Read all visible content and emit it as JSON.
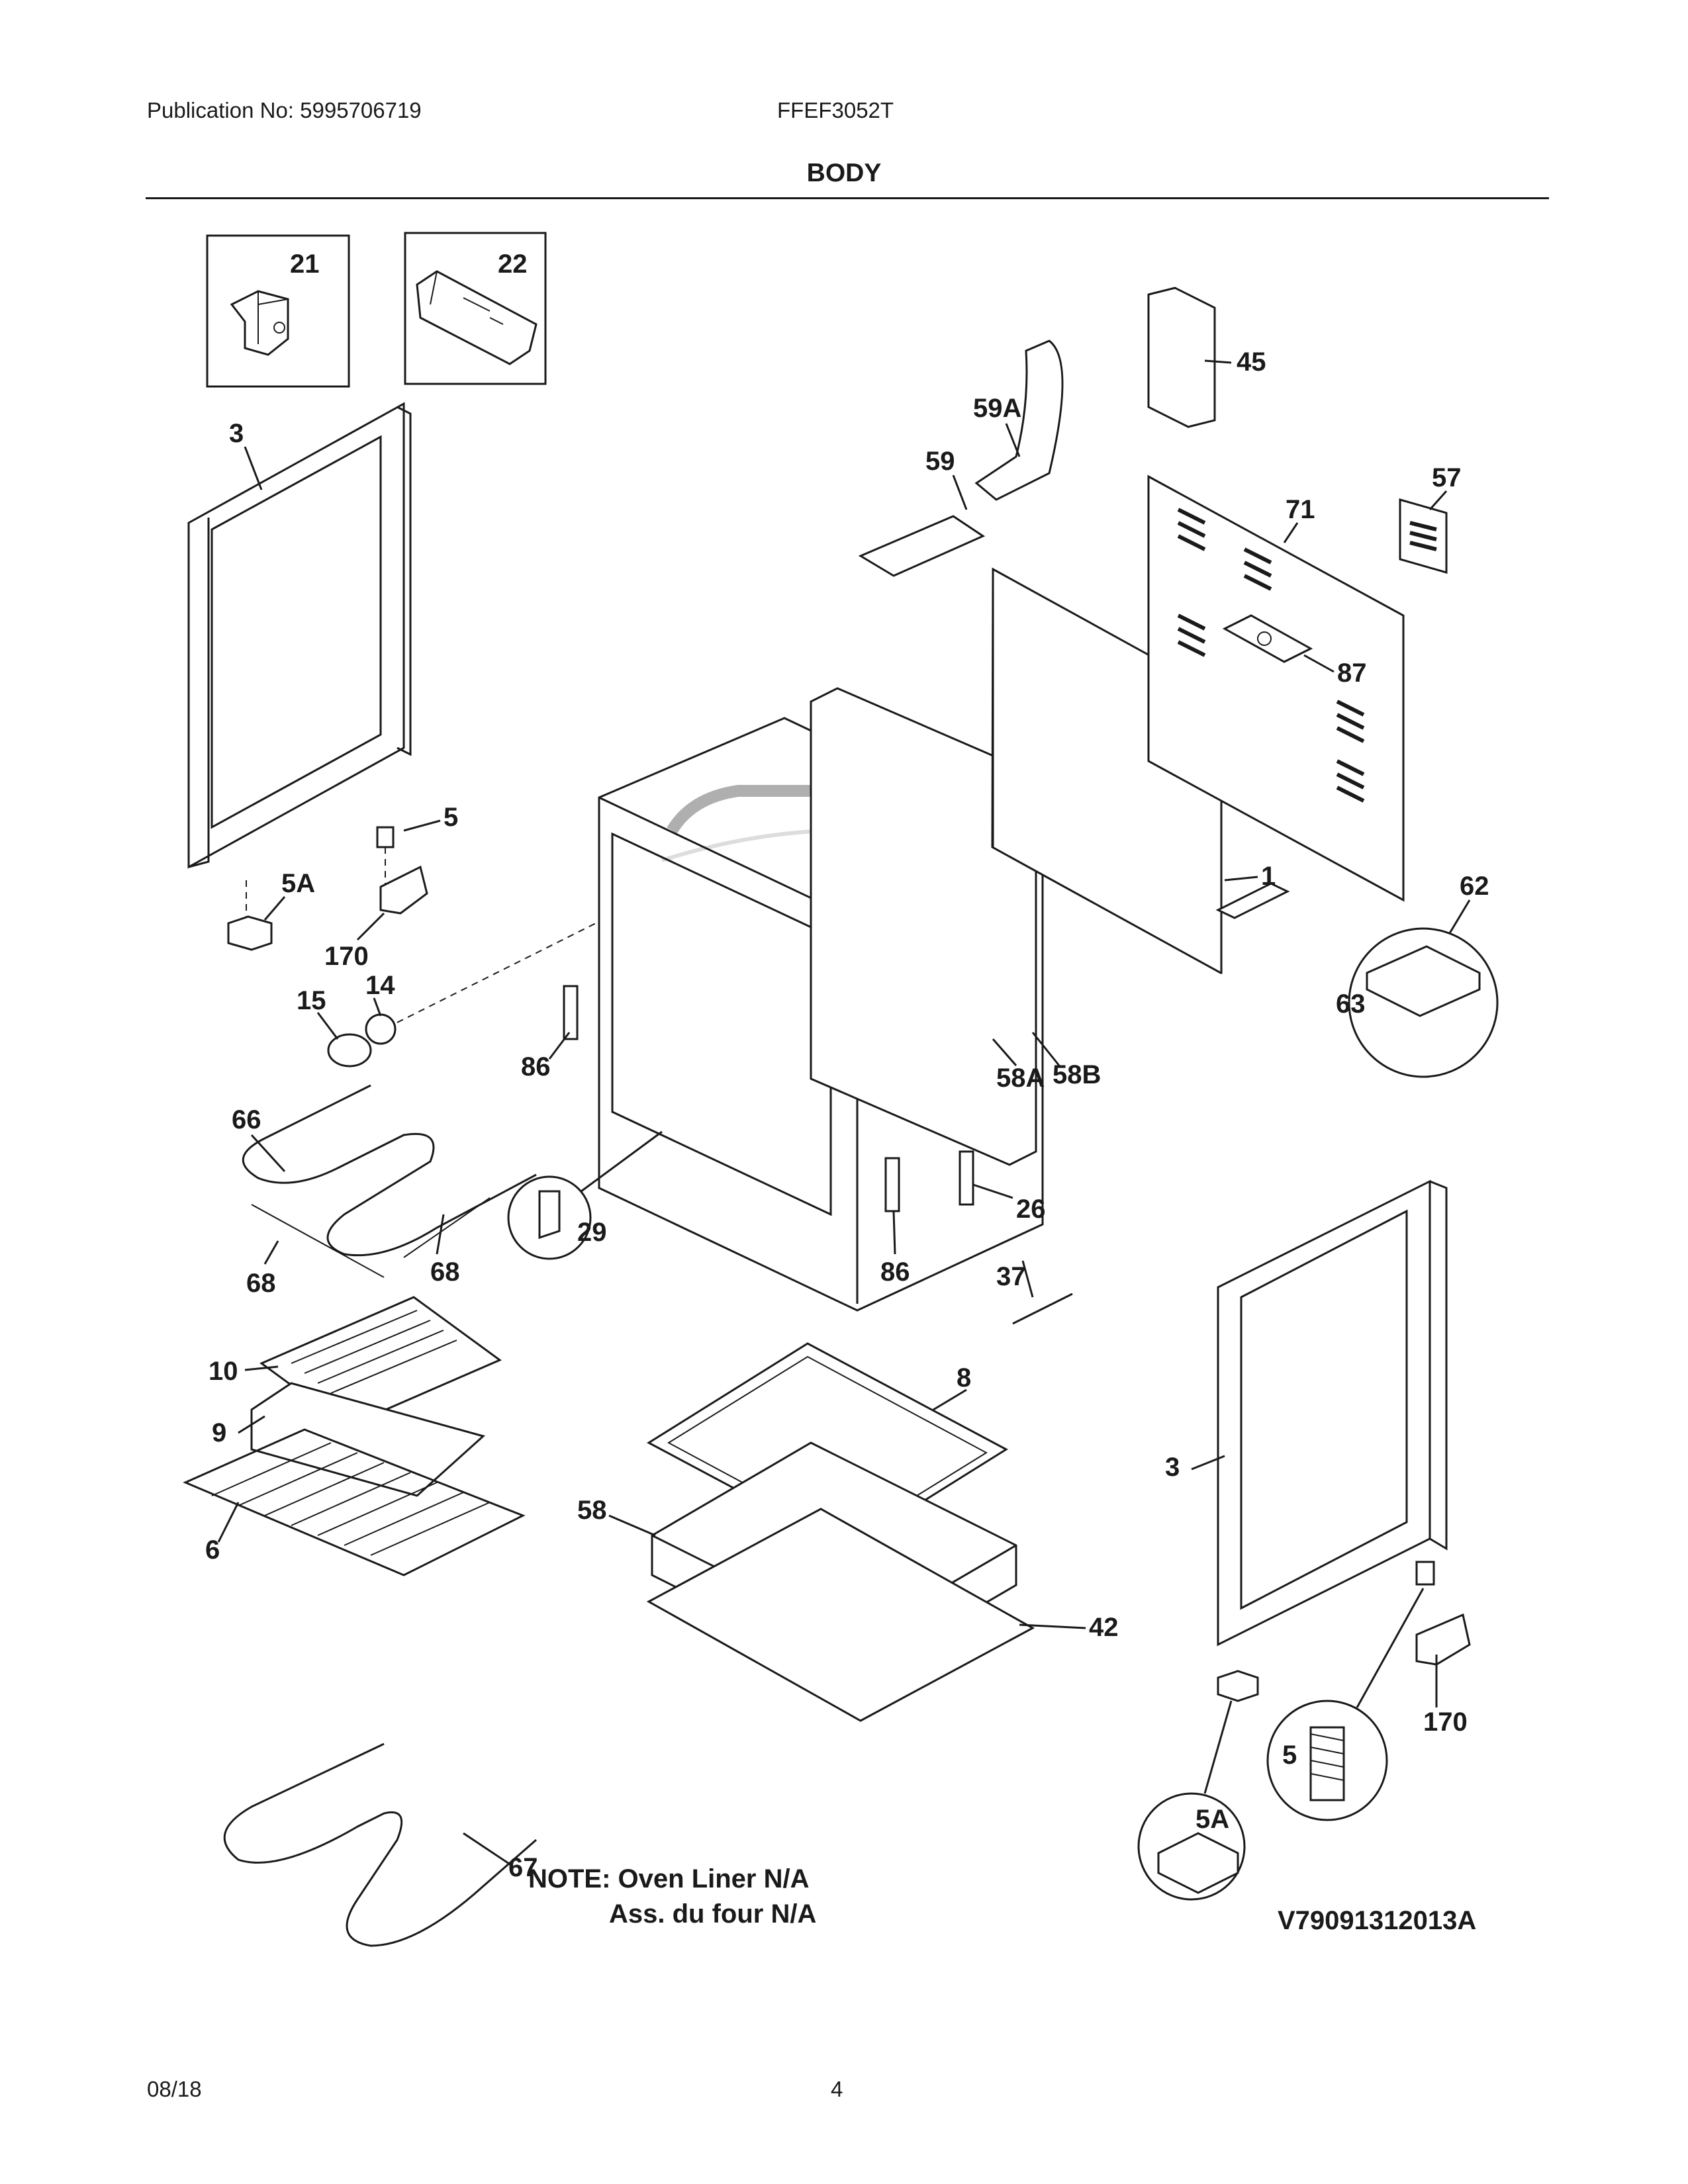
{
  "header": {
    "publication": "Publication No: 5995706719",
    "model": "FFEF3052T",
    "section_title": "BODY"
  },
  "footer": {
    "date": "08/18",
    "page": "4"
  },
  "note": {
    "line1": "NOTE: Oven Liner N/A",
    "line2": "Ass. du four N/A"
  },
  "drawing_id": "V79091312013A",
  "callouts": {
    "p21": "21",
    "p22": "22",
    "p3_left": "3",
    "p3_right": "3",
    "p5": "5",
    "p5a": "5A",
    "p170": "170",
    "p14": "14",
    "p15": "15",
    "p86_upper": "86",
    "p86_lower": "86",
    "p66": "66",
    "p68_left": "68",
    "p68_right": "68",
    "p29": "29",
    "p10": "10",
    "p9": "9",
    "p6": "6",
    "p58": "58",
    "p8": "8",
    "p42": "42",
    "p67": "67",
    "p26": "26",
    "p37": "37",
    "p58a": "58A",
    "p58b": "58B",
    "p1": "1",
    "p62": "62",
    "p63": "63",
    "p45": "45",
    "p59a": "59A",
    "p59": "59",
    "p71": "71",
    "p57": "57",
    "p87": "87",
    "p170_right": "170",
    "p5_detail": "5",
    "p5a_detail": "5A"
  }
}
